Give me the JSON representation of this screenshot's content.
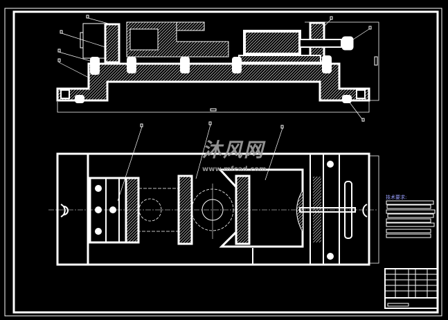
{
  "drawing": {
    "background": "#000000",
    "line_color": "#ffffff",
    "technical_requirements_heading": "技术要求:",
    "watermark": {
      "logo_text": "沐风网",
      "url_text": "www.mfcad.com"
    }
  }
}
